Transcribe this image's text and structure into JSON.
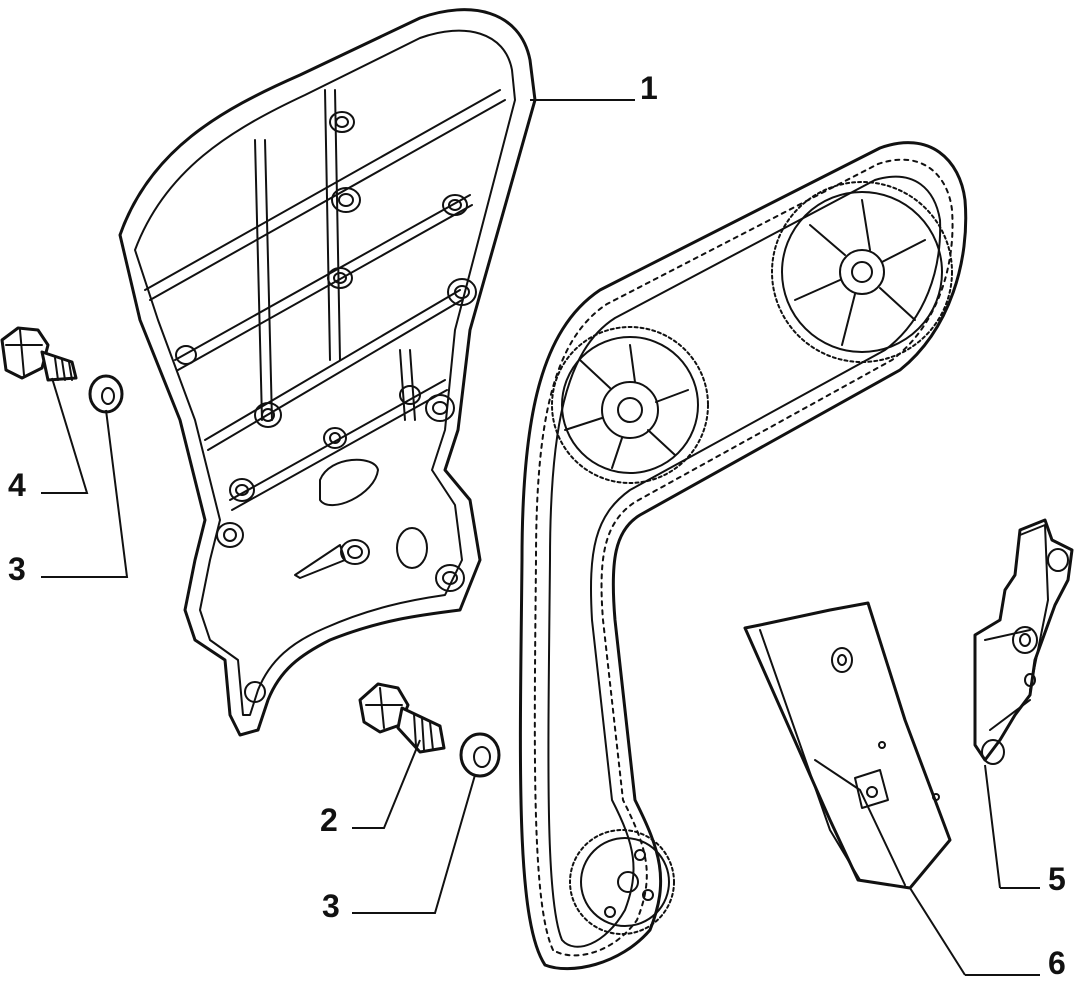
{
  "callouts": [
    {
      "id": "1",
      "label": "1"
    },
    {
      "id": "2",
      "label": "2"
    },
    {
      "id": "3a",
      "label": "3"
    },
    {
      "id": "3b",
      "label": "3"
    },
    {
      "id": "4",
      "label": "4"
    },
    {
      "id": "5",
      "label": "5"
    },
    {
      "id": "6",
      "label": "6"
    }
  ],
  "parts": [
    {
      "ref": "1",
      "icon": "timing-belt-cover-icon"
    },
    {
      "ref": "2",
      "icon": "bolt-icon"
    },
    {
      "ref": "3",
      "icon": "washer-icon"
    },
    {
      "ref": "4",
      "icon": "bolt-icon"
    },
    {
      "ref": "5",
      "icon": "bracket-icon"
    },
    {
      "ref": "6",
      "icon": "belt-guard-icon"
    }
  ],
  "assembly": {
    "icon": "timing-belt-and-sprockets-icon"
  }
}
